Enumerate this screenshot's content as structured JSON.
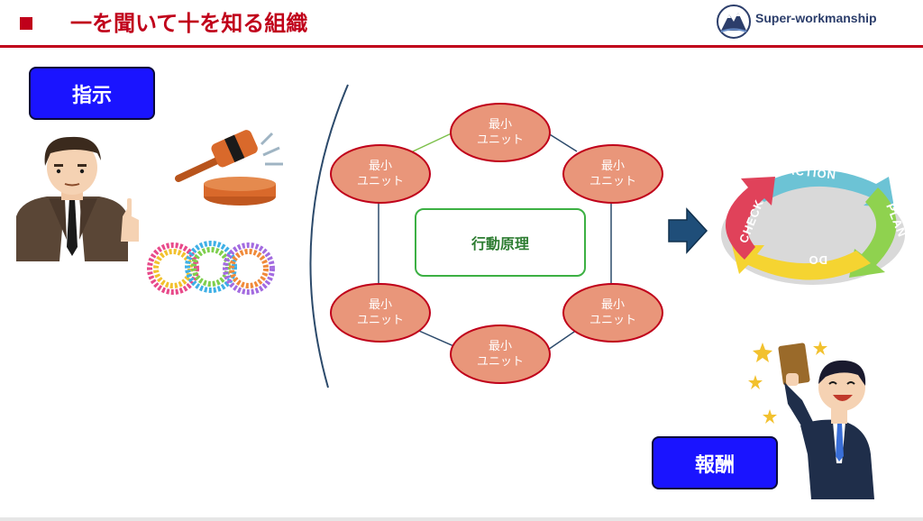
{
  "header": {
    "title": "一を聞いて十を知る組織",
    "brand_name": "Super-workmanship"
  },
  "labels": {
    "instruction": "指示",
    "reward": "報酬"
  },
  "network": {
    "center": "行動原理",
    "units": [
      {
        "line1": "最小",
        "line2": "ユニット"
      },
      {
        "line1": "最小",
        "line2": "ユニット"
      },
      {
        "line1": "最小",
        "line2": "ユニット"
      },
      {
        "line1": "最小",
        "line2": "ユニット"
      },
      {
        "line1": "最小",
        "line2": "ユニット"
      },
      {
        "line1": "最小",
        "line2": "ユニット"
      }
    ]
  },
  "pdca": {
    "action": "ACTION",
    "plan": "PLAN",
    "do": "DO",
    "check": "CHECK"
  },
  "colors": {
    "accent_red": "#c0001a",
    "label_blue": "#1a14ff",
    "unit_fill": "#e9967a",
    "principle_green": "#3cb043",
    "arrow_navy": "#1f4e79"
  }
}
